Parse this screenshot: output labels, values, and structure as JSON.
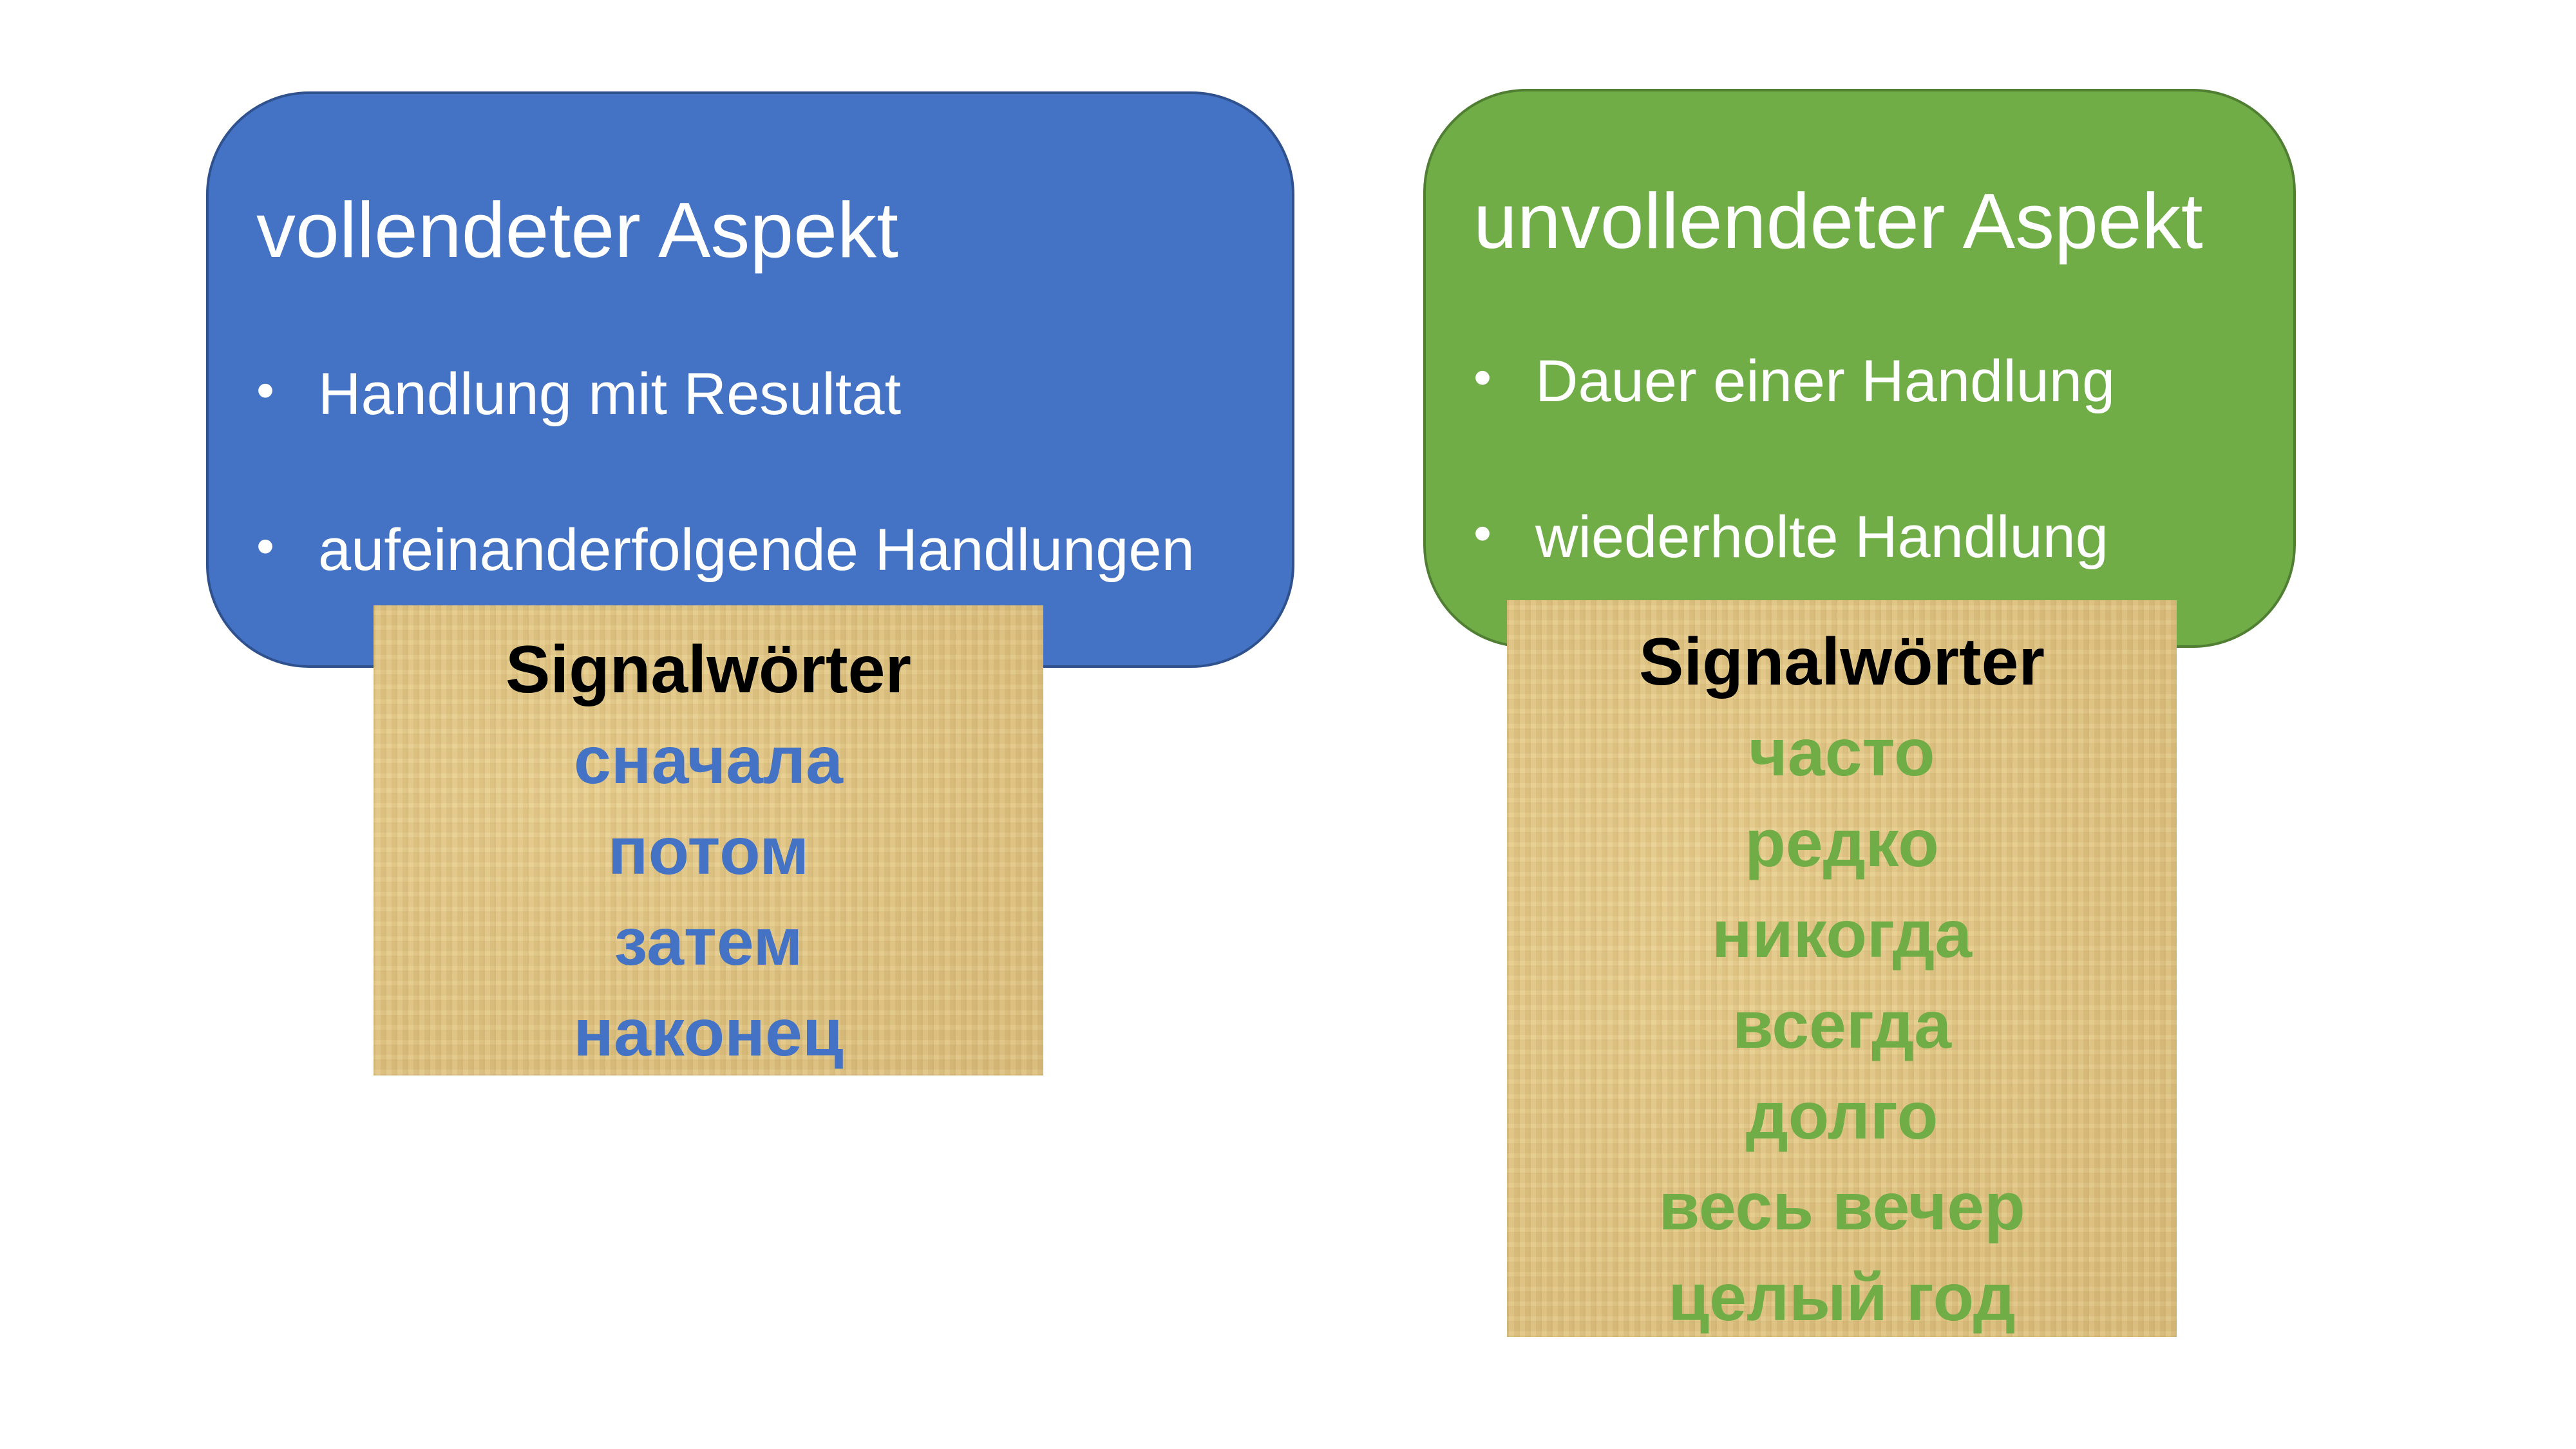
{
  "perfective": {
    "title": "vollendeter Aspekt",
    "bullets": [
      "Handlung mit Resultat",
      "aufeinanderfolgende Handlungen"
    ],
    "signal_heading": "Signalwörter",
    "signal_words": [
      "сначала",
      "потом",
      "затем",
      "наконец"
    ],
    "color": "#4472c4"
  },
  "imperfective": {
    "title": "unvollendeter Aspekt",
    "bullets": [
      "Dauer einer Handlung",
      "wiederholte Handlung"
    ],
    "signal_heading": "Signalwörter",
    "signal_words": [
      "часто",
      "редко",
      "никогда",
      "всегда",
      "долго",
      "весь вечер",
      "целый год"
    ],
    "color": "#70ad47"
  }
}
